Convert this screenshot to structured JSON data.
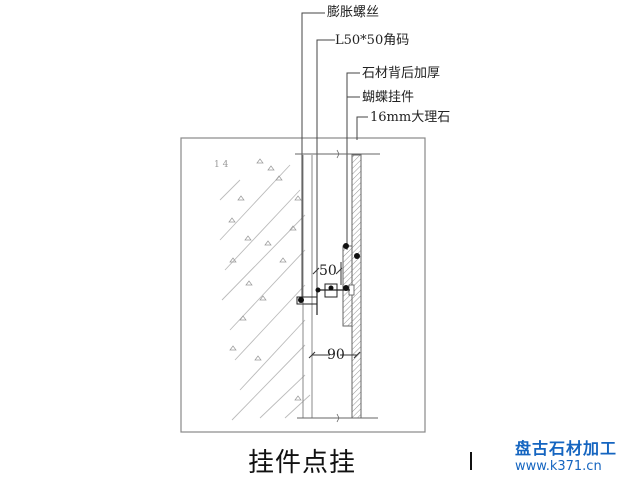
{
  "drawing": {
    "title": "挂件点挂",
    "labels": {
      "expansion_bolt": "膨胀螺丝",
      "angle_bracket": "L50*50角码",
      "stone_back_thickening": "石材背后加厚",
      "butterfly_hanger": "蝴蝶挂件",
      "marble": "16mm大理石"
    },
    "dimensions": {
      "bracket_gap": "50",
      "total_gap": "90"
    },
    "concrete_marks": [
      "1",
      "4"
    ]
  },
  "watermark": {
    "brand": "盘古石材加工",
    "url": "www.k371.cn",
    "color": "#1565c0"
  }
}
